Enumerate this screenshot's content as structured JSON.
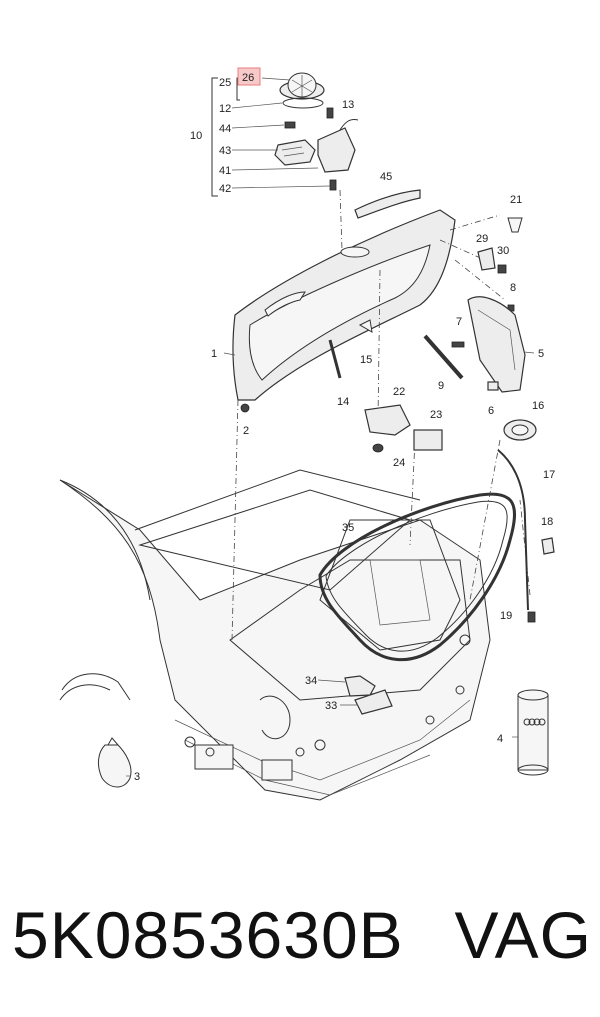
{
  "diagram": {
    "labels": {
      "l1": "1",
      "l2": "2",
      "l3": "3",
      "l4": "4",
      "l5": "5",
      "l6": "6",
      "l7": "7",
      "l8": "8",
      "l9": "9",
      "l10": "10",
      "l12": "12",
      "l13": "13",
      "l14": "14",
      "l15": "15",
      "l16": "16",
      "l17": "17",
      "l18": "18",
      "l19": "19",
      "l21": "21",
      "l22": "22",
      "l23": "23",
      "l24": "24",
      "l25": "25",
      "l26": "26",
      "l29": "29",
      "l30": "30",
      "l33": "33",
      "l34": "34",
      "l35": "35",
      "l41": "41",
      "l42": "42",
      "l43": "43",
      "l44": "44",
      "l45": "45"
    },
    "highlight_color": "#e87d7d"
  },
  "caption": {
    "part_number": "5K0853630B",
    "brand": "VAG"
  }
}
